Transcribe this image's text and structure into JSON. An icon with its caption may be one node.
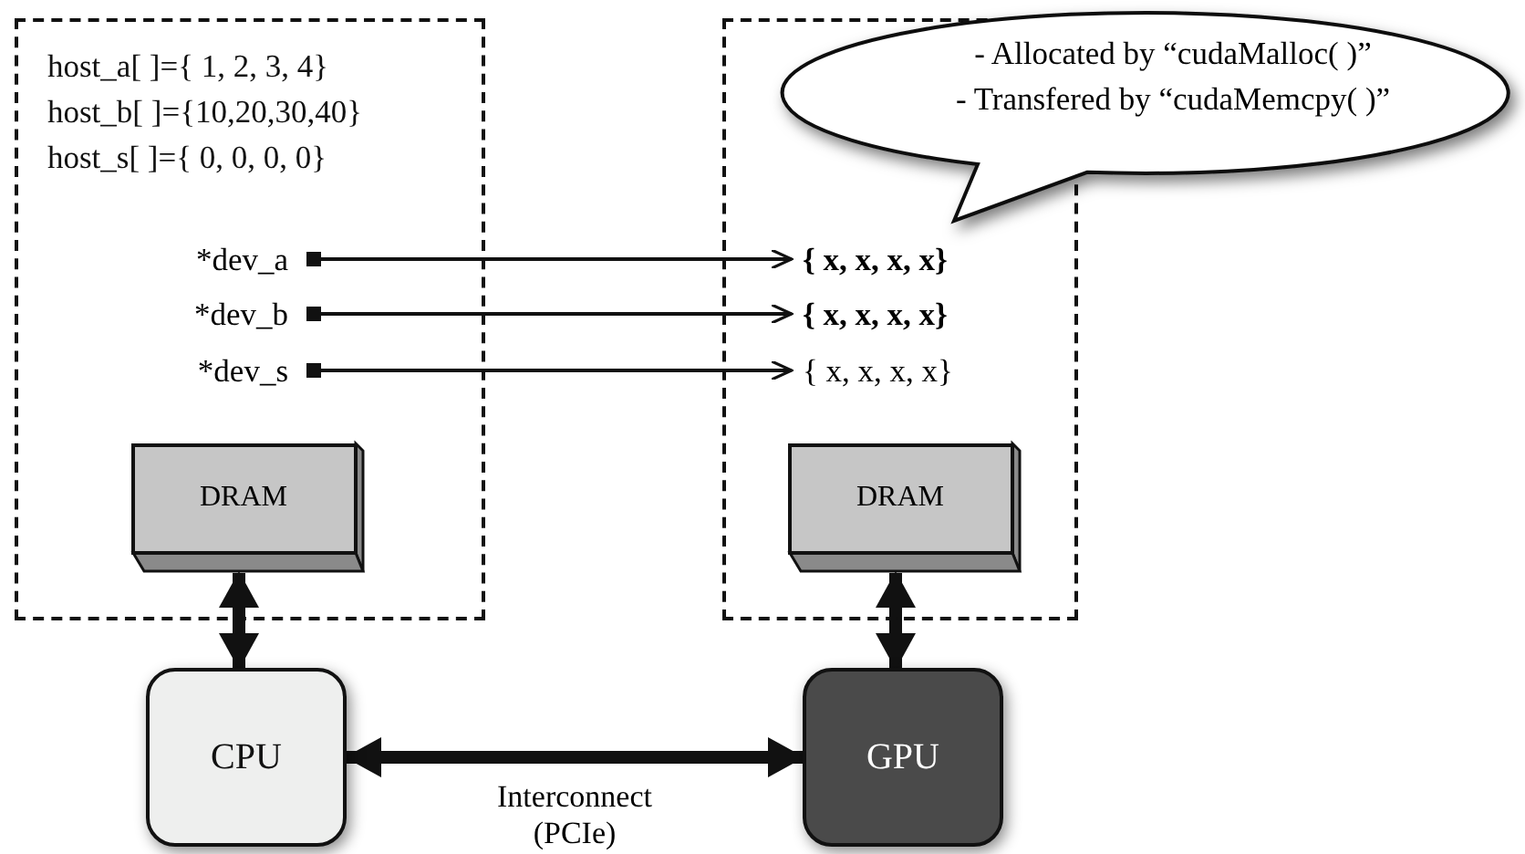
{
  "diagram": {
    "nodes": [
      {
        "text": [
          "host_a[ ]={ 1, 2, 3, 4}",
          "host_b[ ]={10,20,30,40}",
          "host_s[ ]={ 0, 0, 0, 0}"
        ]
      },
      {
        "text": [
          "*dev_a"
        ],
        "in": 0
      },
      {
        "text": [
          "*dev_b"
        ],
        "in": 0
      },
      {
        "text": [
          "*dev_s"
        ],
        "in": 0
      },
      {
        "text": [
          "DRAM"
        ],
        "in": 0
      },
      {
        "text": [],
        "shape": "box"
      },
      {
        "text": [
          "{ x, x, x, x}"
        ],
        "in": 5
      },
      {
        "text": [
          "{ x, x, x, x}"
        ],
        "in": 5
      },
      {
        "text": [
          "{ x, x, x, x}"
        ],
        "in": 5
      },
      {
        "text": [
          "DRAM"
        ],
        "in": 5
      },
      {
        "text": [
          "- Allocated by “cudaMalloc( )”",
          "- Transfered by “cudaMemcpy( )”"
        ]
      },
      {
        "text": [
          "CPU"
        ]
      },
      {
        "text": [
          "GPU"
        ]
      }
    ],
    "edges": [
      {
        "from": 1,
        "to": 6,
        "arrow": "to"
      },
      {
        "from": 2,
        "to": 7,
        "arrow": "to"
      },
      {
        "from": 3,
        "to": 8,
        "arrow": "to"
      },
      {
        "from": 4,
        "to": 11,
        "arrow": "both",
        "style": "thick"
      },
      {
        "from": 9,
        "to": 12,
        "arrow": "both",
        "style": "thick"
      },
      {
        "from": 11,
        "to": 12,
        "arrow": "both",
        "style": "thick",
        "label": "Interconnect (PCIe)"
      }
    ]
  }
}
